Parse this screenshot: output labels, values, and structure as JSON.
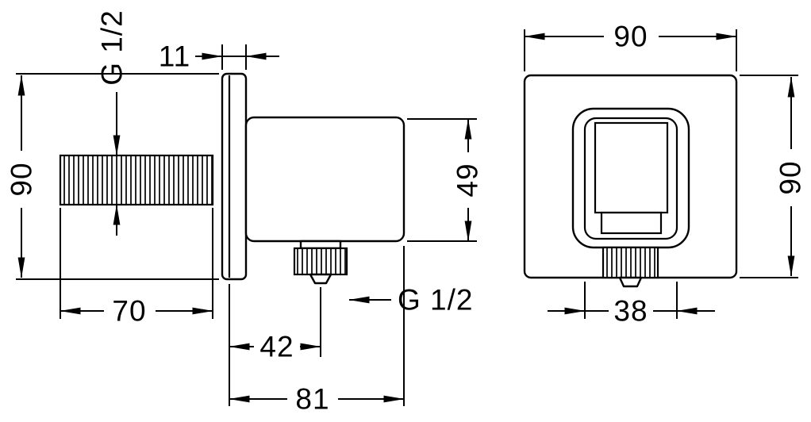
{
  "colors": {
    "line": "#000000",
    "background": "#ffffff"
  },
  "side_view": {
    "flange_thickness": "11",
    "inlet_thread": "G 1/2",
    "flange_height": "90",
    "inlet_length": "70",
    "outlet_offset": "42",
    "total_depth": "81",
    "body_height": "49",
    "outlet_thread": "G 1/2"
  },
  "front_view": {
    "width": "90",
    "height": "90",
    "holder_width": "38"
  }
}
